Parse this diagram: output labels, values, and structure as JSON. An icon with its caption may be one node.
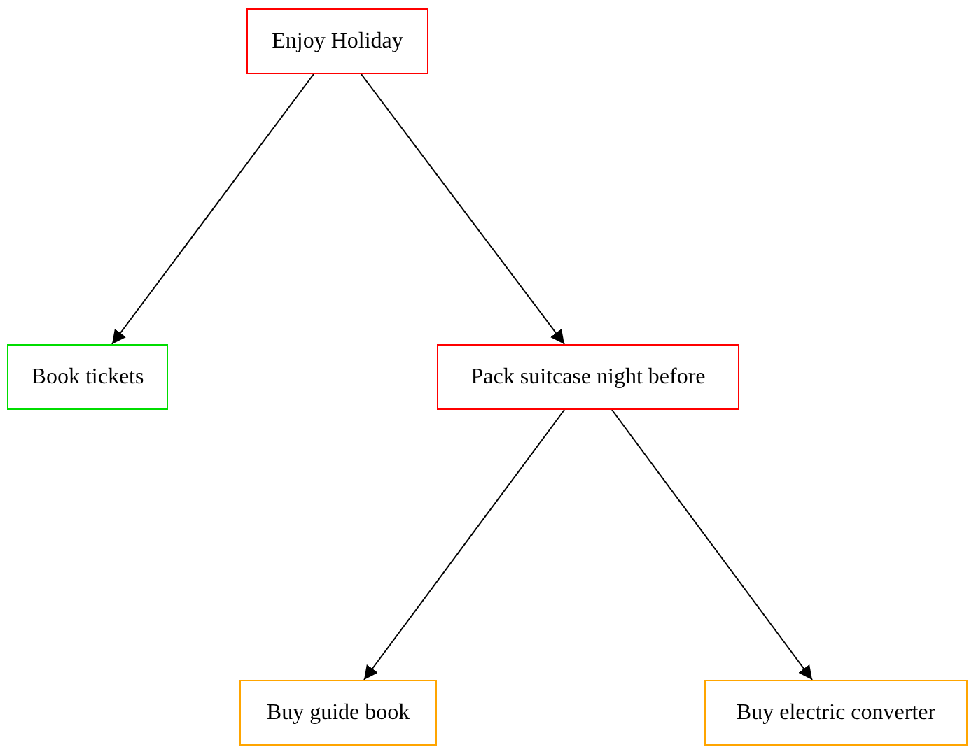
{
  "diagram": {
    "nodes": [
      {
        "text": [
          "Enjoy Holiday"
        ]
      },
      {
        "text": [
          "Book tickets"
        ]
      },
      {
        "text": [
          "Pack suitcase night before"
        ]
      },
      {
        "text": [
          "Buy guide book"
        ]
      },
      {
        "text": [
          "Buy electric converter"
        ]
      }
    ],
    "edges": [
      {
        "from": 0,
        "to": 1,
        "arrow": "to"
      },
      {
        "from": 0,
        "to": 2,
        "arrow": "to"
      },
      {
        "from": 2,
        "to": 3,
        "arrow": "to"
      },
      {
        "from": 2,
        "to": 4,
        "arrow": "to"
      }
    ]
  }
}
